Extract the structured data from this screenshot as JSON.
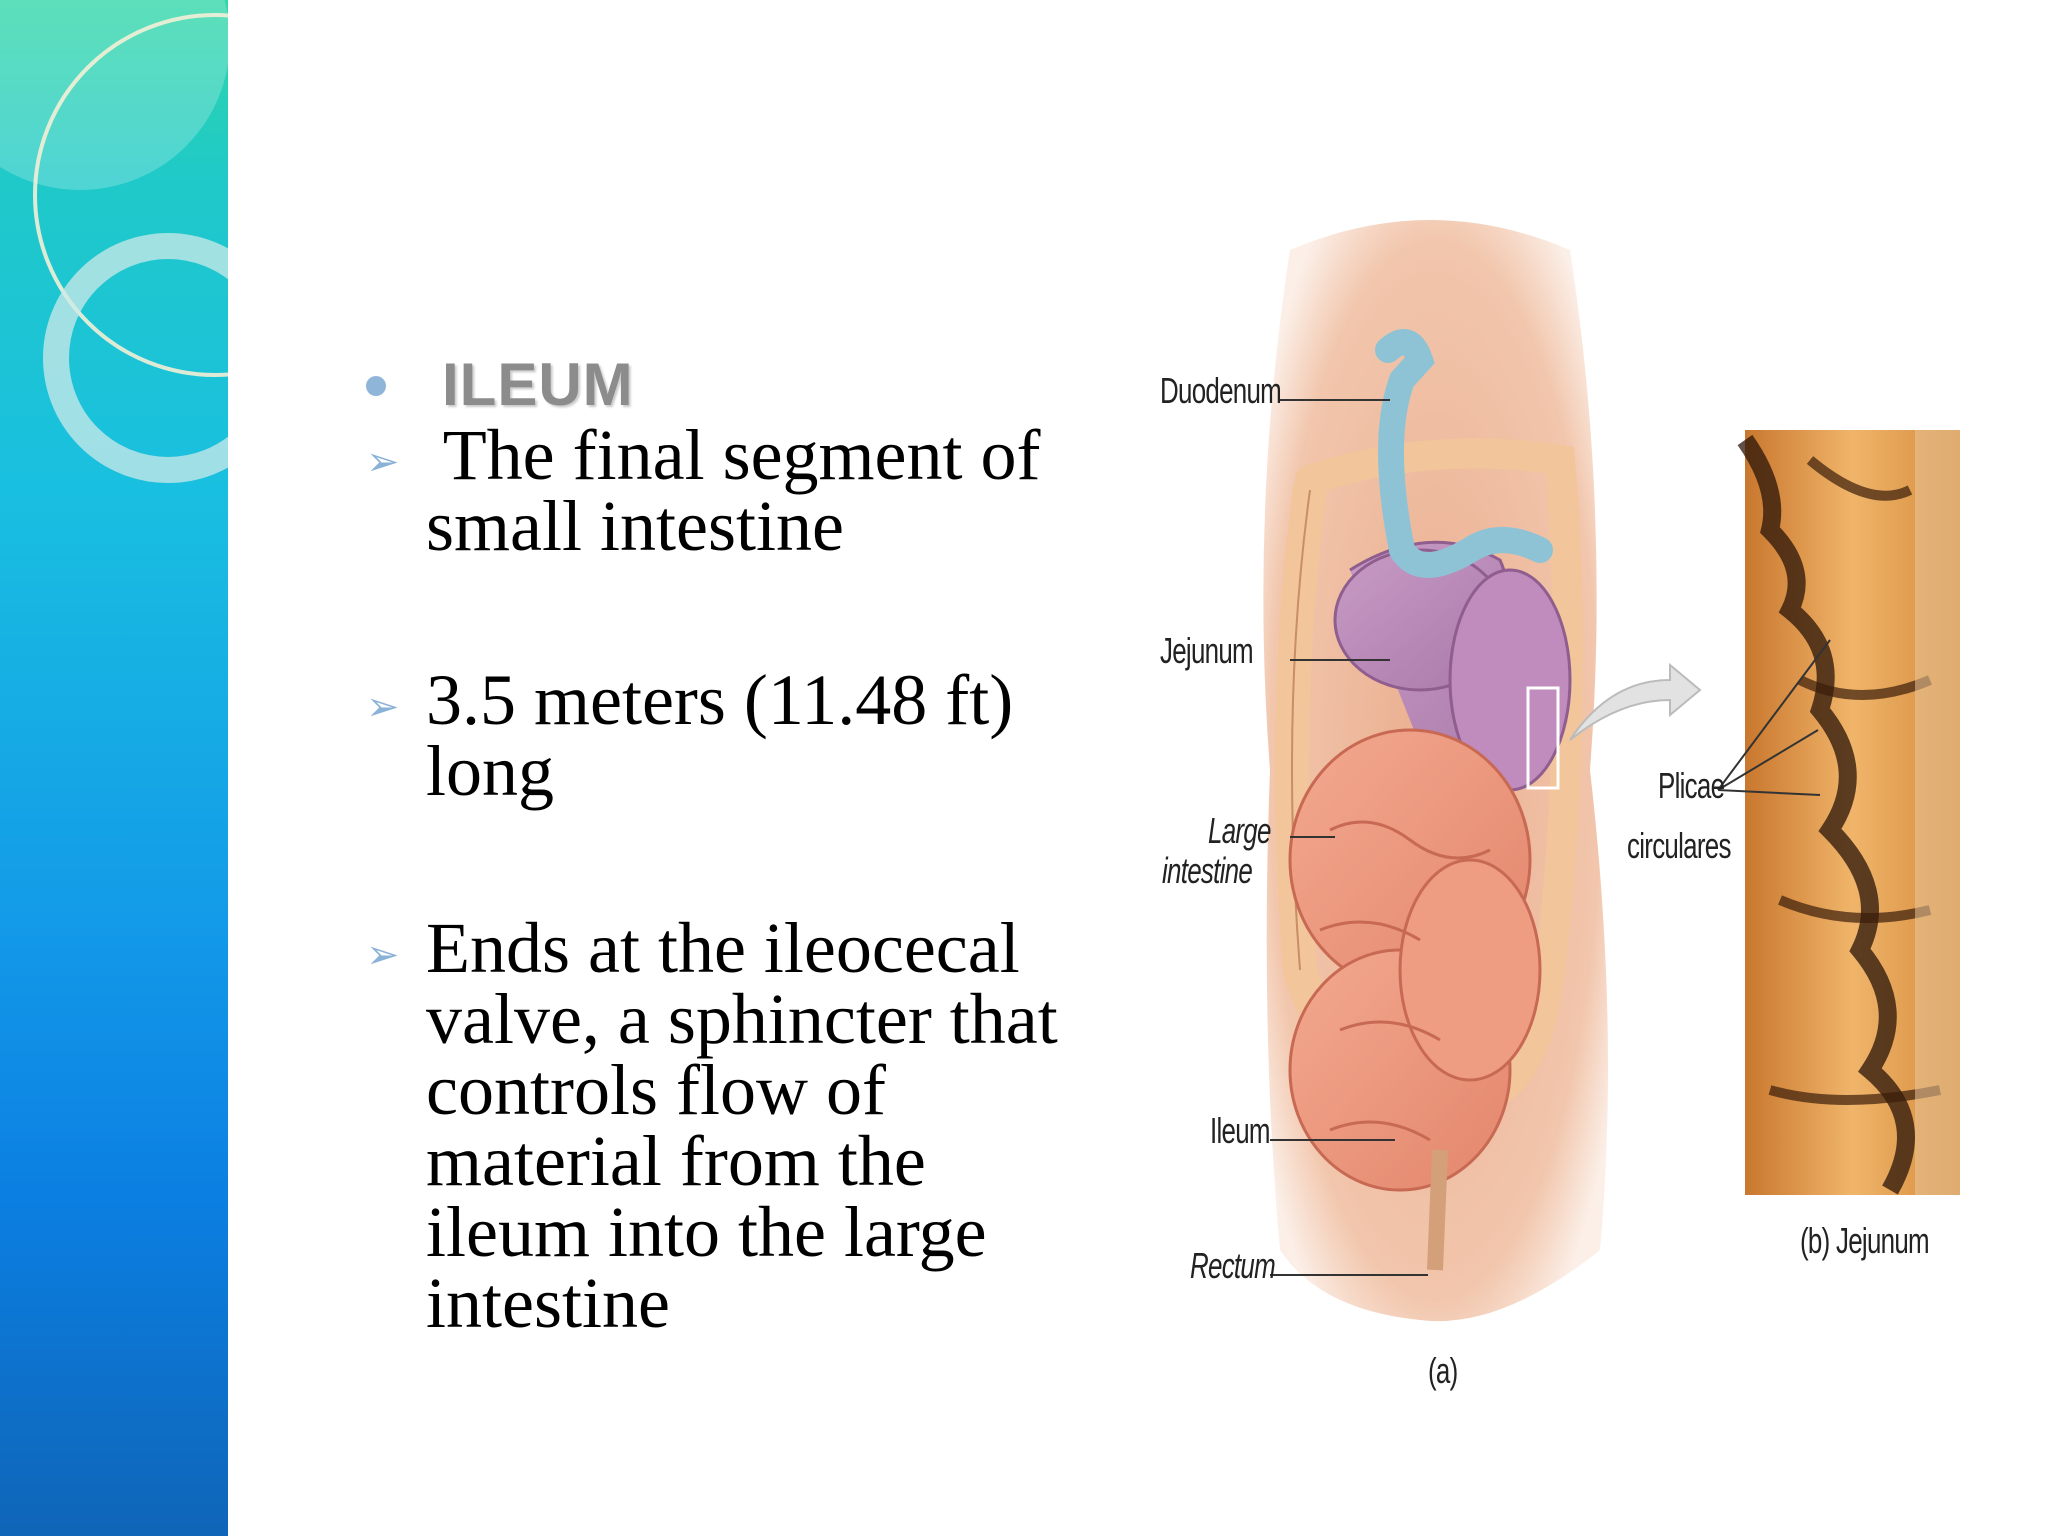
{
  "slide": {
    "heading": "ILEUM",
    "bullets": [
      {
        "line1": " The final segment of",
        "line2": "small intestine"
      },
      {
        "line1": "3.5 meters (11.48 ft)",
        "line2": "long"
      },
      {
        "lines": [
          "Ends at the ileocecal",
          "valve, a sphincter that",
          "controls flow of",
          "material from the",
          "ileum into the large",
          "intestine"
        ]
      }
    ]
  },
  "figure": {
    "labels": {
      "duodenum": "Duodenum",
      "jejunum": "Jejunum",
      "large1": "Large",
      "large2": "intestine",
      "ileum": "Ileum",
      "rectum": "Rectum",
      "panel_a": "(a)",
      "plicae1": "Plicae",
      "plicae2": "circulares",
      "panel_b": "(b) Jejunum"
    }
  },
  "colors": {
    "strip_top": "#2fd6a6",
    "strip_bottom": "#0f65b8",
    "bullet_marker": "#8ab1d6",
    "heading": "#8c8c8c"
  },
  "icons": {
    "heading_marker": "circle-bullet-icon",
    "list_marker": "arrow-bullet-icon"
  }
}
